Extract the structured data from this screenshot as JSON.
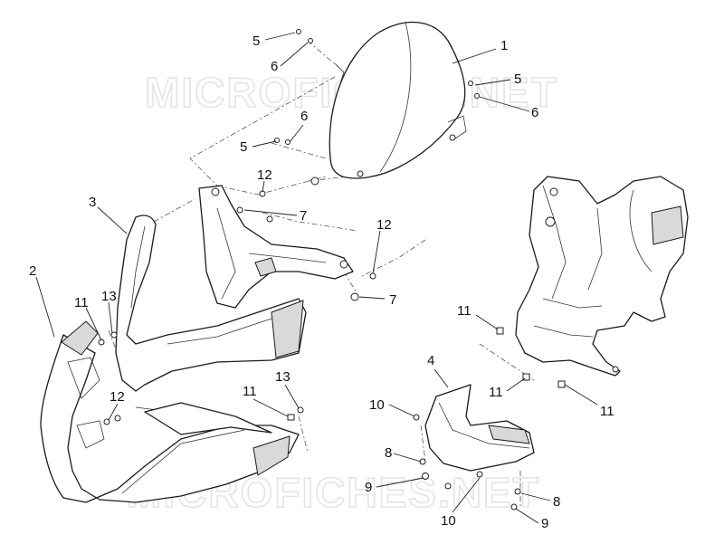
{
  "watermark": {
    "text": "MICROFICHES.NET"
  },
  "callouts": {
    "c1": "1",
    "c2": "2",
    "c3": "3",
    "c4": "4",
    "c5a": "5",
    "c5b": "5",
    "c5c": "5",
    "c6a": "6",
    "c6b": "6",
    "c6c": "6",
    "c7a": "7",
    "c7b": "7",
    "c8a": "8",
    "c8b": "8",
    "c9a": "9",
    "c9b": "9",
    "c10a": "10",
    "c10b": "10",
    "c11a": "11",
    "c11b": "11",
    "c11c": "11",
    "c11d": "11",
    "c11e": "11",
    "c12a": "12",
    "c12b": "12",
    "c12c": "12",
    "c13a": "13",
    "c13b": "13"
  }
}
